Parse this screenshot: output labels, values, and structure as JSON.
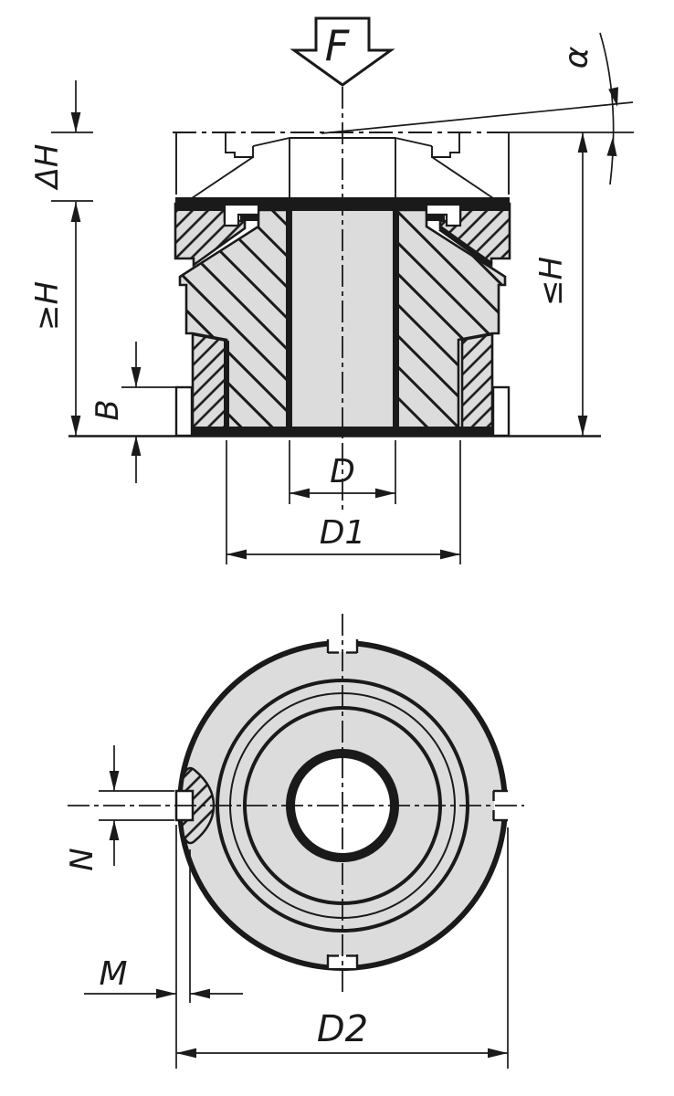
{
  "drawing": {
    "title": "levelling-element-technical-drawing",
    "section_view": {
      "force_label": "F",
      "angle_label": "α",
      "dim_delta_h": "ΔH",
      "dim_min_height": "≥H",
      "dim_b": "B",
      "dim_max_height": "≤H",
      "dim_d": "D",
      "dim_d1": "D1"
    },
    "top_view": {
      "dim_n": "N",
      "dim_m": "M",
      "dim_d2": "D2"
    },
    "colors": {
      "line": "#1a1a1a",
      "part_fill": "#dcdcdc",
      "background": "#ffffff"
    }
  }
}
